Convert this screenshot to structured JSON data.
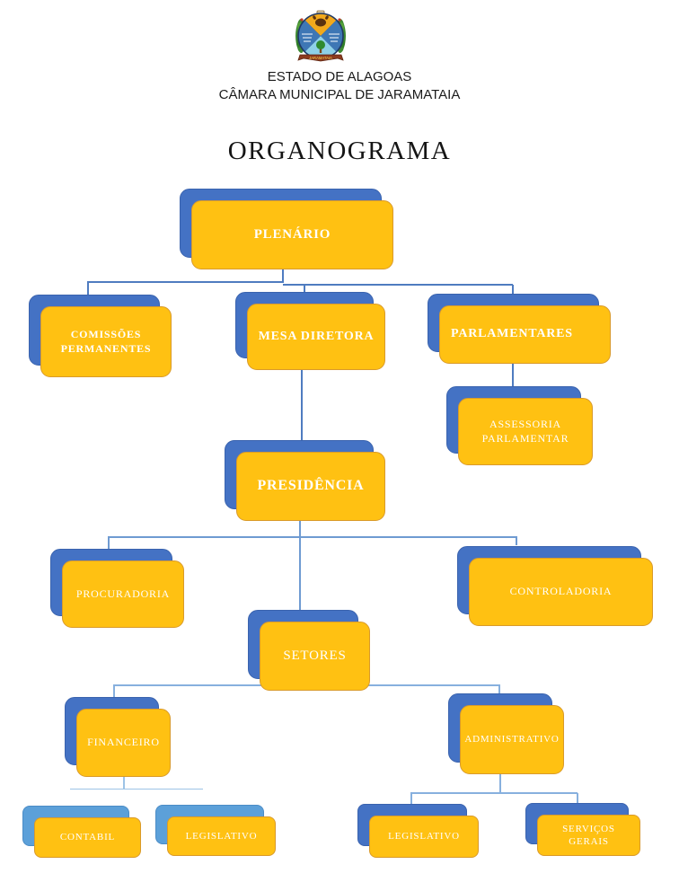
{
  "header": {
    "line1": "ESTADO DE ALAGOAS",
    "line2": "CÂMARA MUNICIPAL DE JARAMATAIA",
    "emblem": {
      "banner_text": "JARAMATAIA"
    }
  },
  "title": "ORGANOGRAMA",
  "org_chart": {
    "nodes": {
      "plenario": {
        "label": "PLENÁRIO"
      },
      "comissoes_permanentes": {
        "label": "COMISSÕES PERMANENTES"
      },
      "mesa_diretora": {
        "label": "MESA DIRETORA"
      },
      "parlamentares": {
        "label": "PARLAMENTARES"
      },
      "assessoria_parlamentar": {
        "label": "ASSESSORIA PARLAMENTAR"
      },
      "presidencia": {
        "label": "PRESIDÊNCIA"
      },
      "procuradoria": {
        "label": "PROCURADORIA"
      },
      "controladoria": {
        "label": "CONTROLADORIA"
      },
      "setores": {
        "label": "SETORES"
      },
      "financeiro": {
        "label": "FINANCEIRO"
      },
      "administrativo": {
        "label": "ADMINISTRATIVO"
      },
      "contabil": {
        "label": "CONTABIL"
      },
      "legislativo_financeiro": {
        "label": "LEGISLATIVO"
      },
      "legislativo_administrativo": {
        "label": "LEGISLATIVO"
      },
      "servicos_gerais": {
        "label": "SERVIÇOS GERAIS"
      }
    },
    "edges": [
      [
        "plenario",
        "comissoes_permanentes"
      ],
      [
        "plenario",
        "mesa_diretora"
      ],
      [
        "plenario",
        "parlamentares"
      ],
      [
        "parlamentares",
        "assessoria_parlamentar"
      ],
      [
        "mesa_diretora",
        "presidencia"
      ],
      [
        "presidencia",
        "procuradoria"
      ],
      [
        "presidencia",
        "setores"
      ],
      [
        "presidencia",
        "controladoria"
      ],
      [
        "setores",
        "financeiro"
      ],
      [
        "setores",
        "administrativo"
      ],
      [
        "financeiro",
        "contabil"
      ],
      [
        "financeiro",
        "legislativo_financeiro"
      ],
      [
        "administrativo",
        "legislativo_administrativo"
      ],
      [
        "administrativo",
        "servicos_gerais"
      ]
    ],
    "colors": {
      "box_fill": "#FFC112",
      "box_border": "#D99A2B",
      "shadow_dark": "#4472C4",
      "shadow_light": "#5CA0D9",
      "connector_dark": "#4F7CC0",
      "connector_light": "#9DC3E6"
    }
  }
}
